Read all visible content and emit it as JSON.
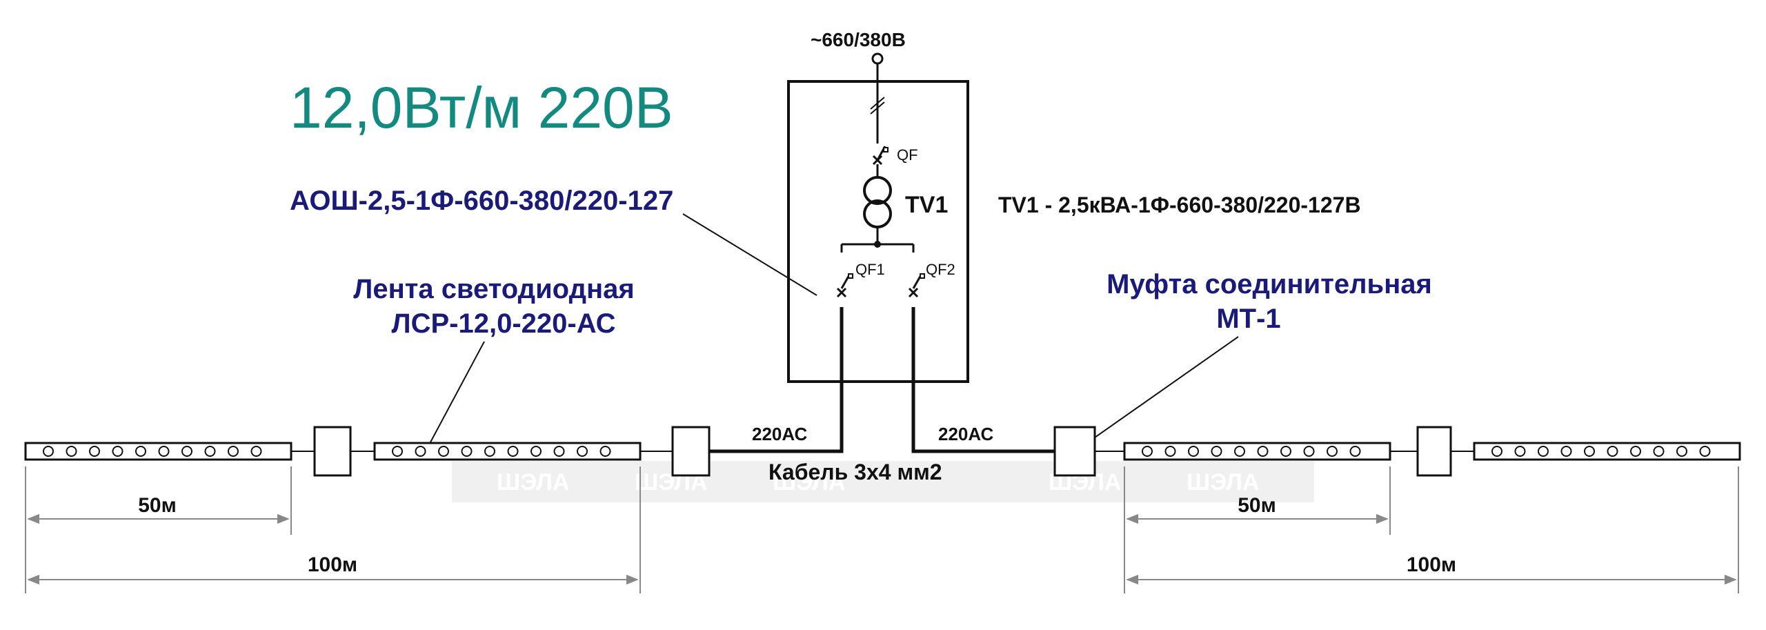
{
  "headline": "12,0Вт/м 220В",
  "supply_voltage": "~660/380В",
  "transformer_model": "АОШ-2,5-1Ф-660-380/220-127",
  "transformer_label": "TV1",
  "transformer_spec": "TV1 - 2,5кВА-1Ф-660-380/220-127В",
  "breakers": {
    "main": "QF",
    "left": "QF1",
    "right": "QF2"
  },
  "led_strip_label": {
    "line1": "Лента светодиодная",
    "line2": "ЛСР-12,0-220-АС"
  },
  "coupling_label": {
    "line1": "Муфта соединительная",
    "line2": "МТ-1"
  },
  "cable_output_left": "220АС",
  "cable_output_right": "220АС",
  "cable_label": "Кабель 3х4 мм2",
  "dimensions": {
    "left_segment": "50м",
    "left_total": "100м",
    "right_segment": "50м",
    "right_total": "100м"
  },
  "watermark": "ШЭЛА"
}
